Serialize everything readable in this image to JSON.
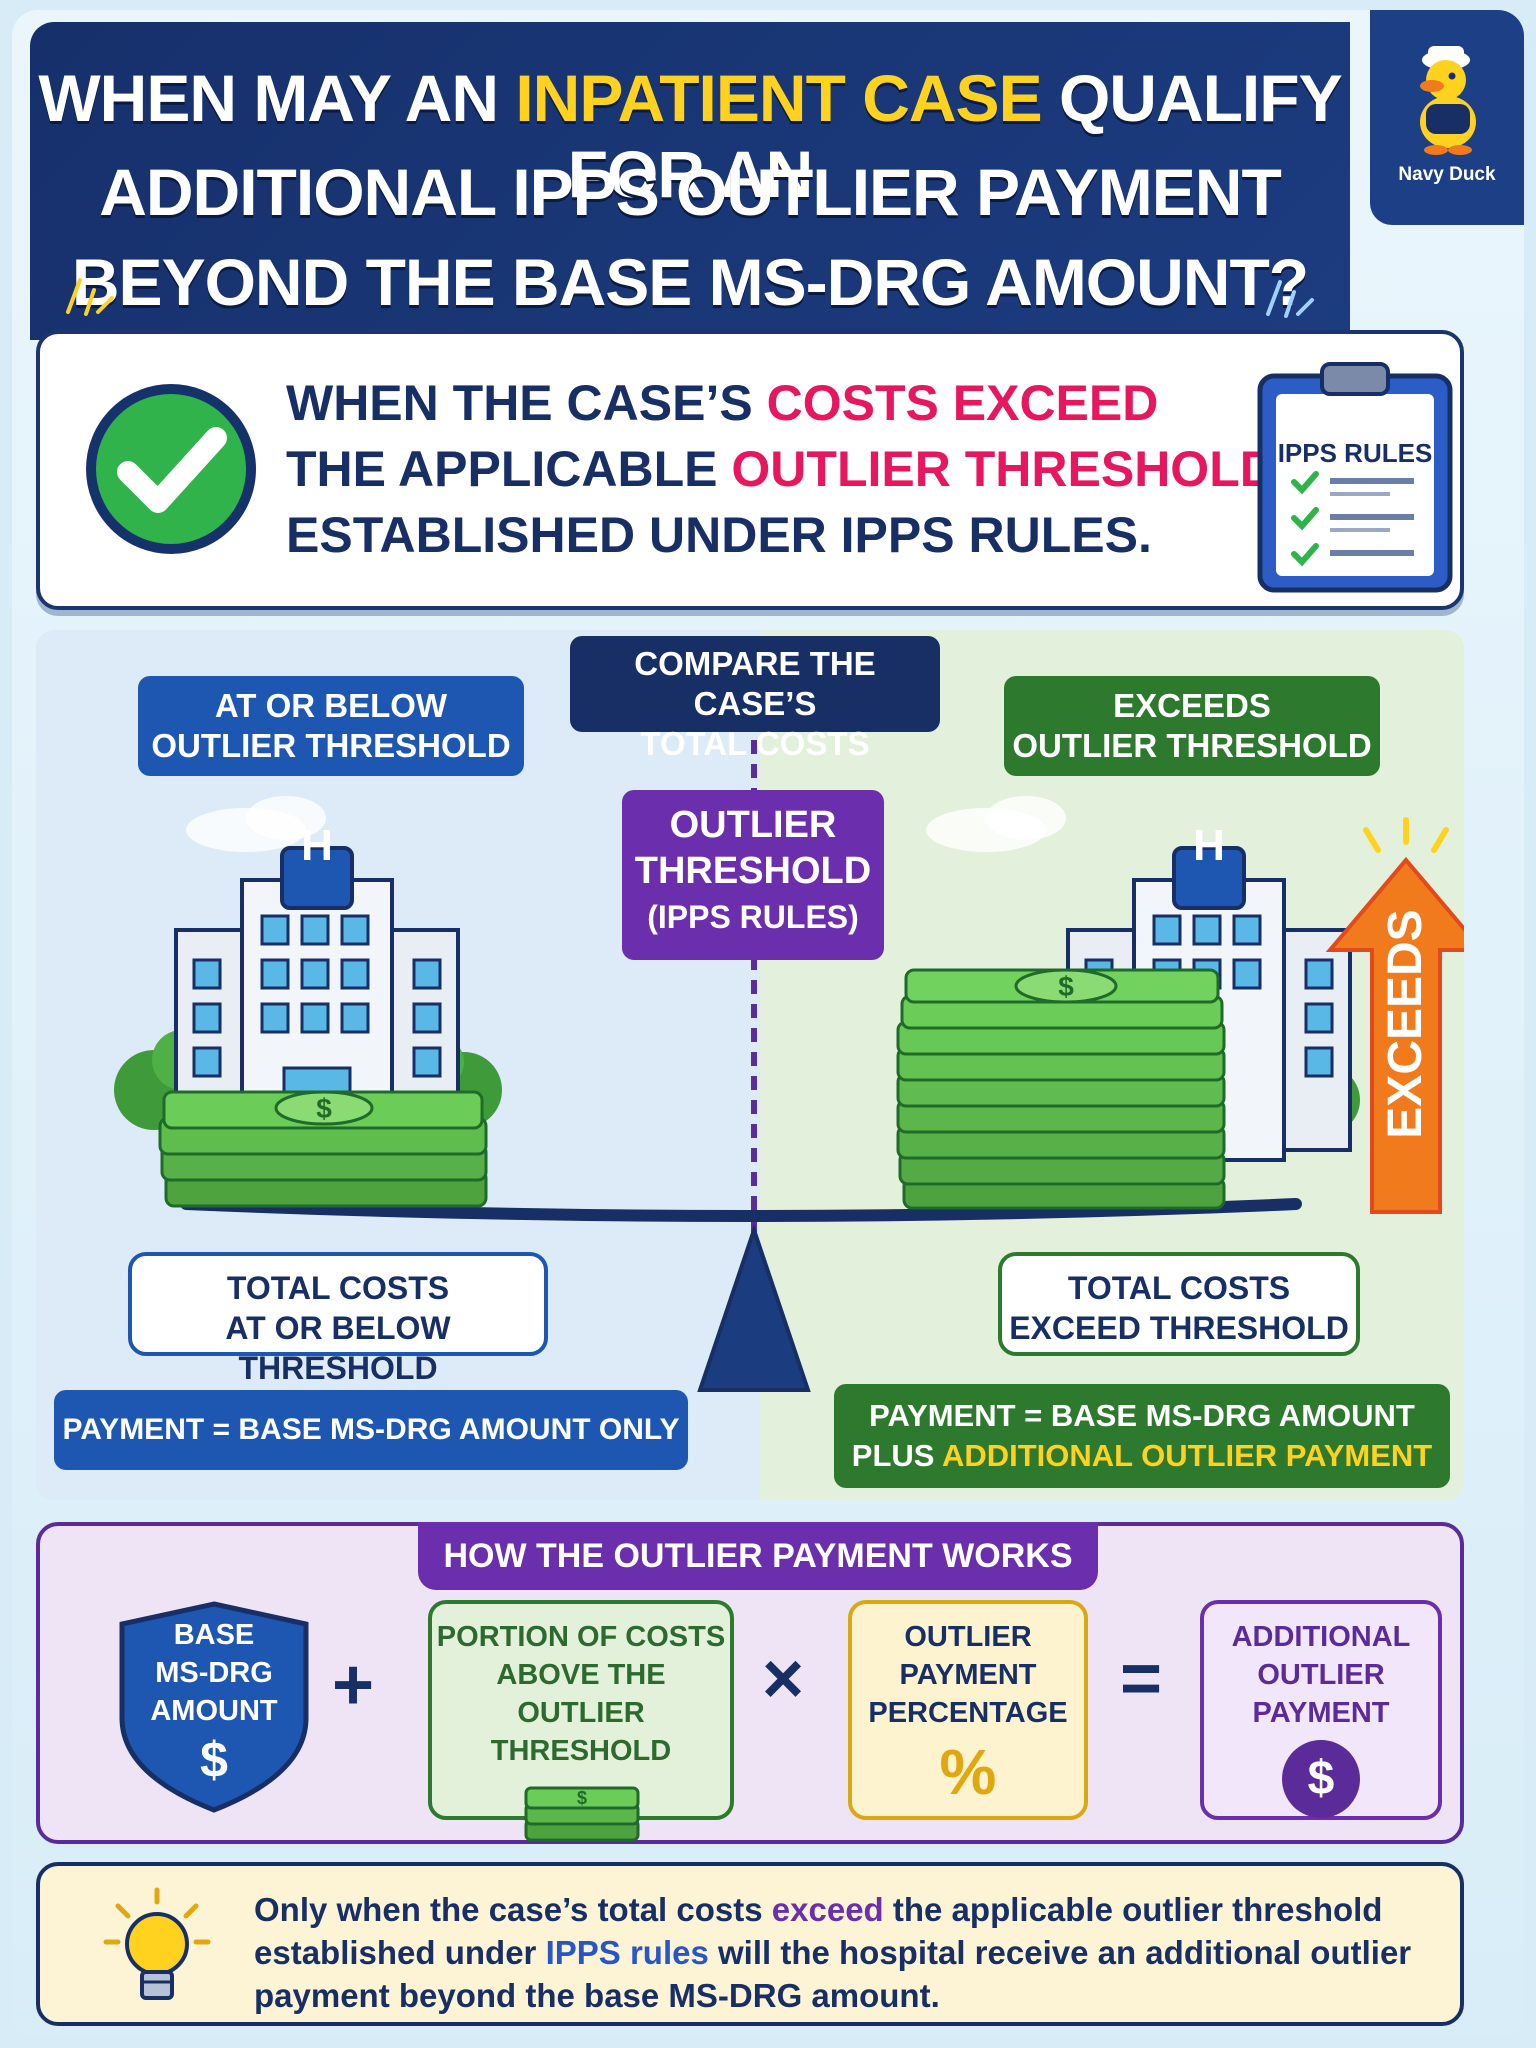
{
  "header": {
    "line1_part1": "WHEN MAY AN",
    "line1_highlight": "INPATIENT CASE",
    "line1_part2": "QUALIFY FOR AN",
    "line2": "ADDITIONAL IPPS OUTLIER PAYMENT",
    "line3": "BEYOND THE BASE MS-DRG AMOUNT?"
  },
  "logo": {
    "name": "Navy Duck",
    "icon": "duck-mascot-icon"
  },
  "answer": {
    "line1_part1": "WHEN THE CASE’S",
    "line1_highlight": "COSTS EXCEED",
    "line2_part1": "THE APPLICABLE",
    "line2_highlight": "OUTLIER THRESHOLD",
    "line3": "ESTABLISHED UNDER IPPS RULES.",
    "clipboard_title": "IPPS RULES",
    "icons": [
      "check-circle-icon",
      "clipboard-icon"
    ]
  },
  "compare": {
    "center_label_line1": "COMPARE THE CASE’S",
    "center_label_line2": "TOTAL COSTS",
    "threshold_line1": "OUTLIER",
    "threshold_line2": "THRESHOLD",
    "threshold_line3": "(IPPS RULES)",
    "left": {
      "header_line1": "AT OR BELOW",
      "header_line2": "OUTLIER THRESHOLD",
      "hospital_sign": "H",
      "cost_line1": "TOTAL COSTS",
      "cost_line2": "AT OR BELOW THRESHOLD",
      "payment": "PAYMENT = BASE MS-DRG AMOUNT ONLY"
    },
    "right": {
      "header_line1": "EXCEEDS",
      "header_line2": "OUTLIER THRESHOLD",
      "hospital_sign": "H",
      "arrow_label": "EXCEEDS",
      "cost_line1": "TOTAL COSTS",
      "cost_line2": "EXCEED THRESHOLD",
      "payment_line1": "PAYMENT = BASE MS-DRG AMOUNT",
      "payment_line2_part1": "PLUS",
      "payment_line2_highlight": "ADDITIONAL OUTLIER PAYMENT"
    }
  },
  "how": {
    "title": "HOW THE OUTLIER PAYMENT WORKS",
    "base": {
      "line1": "BASE",
      "line2": "MS-DRG",
      "line3": "AMOUNT",
      "symbol": "$"
    },
    "plus": "+",
    "portion": {
      "line1": "PORTION OF COSTS",
      "line2": "ABOVE THE",
      "line3": "OUTLIER THRESHOLD"
    },
    "times": "×",
    "percentage": {
      "line1": "OUTLIER",
      "line2": "PAYMENT",
      "line3": "PERCENTAGE",
      "symbol": "%"
    },
    "equals": "=",
    "result": {
      "line1": "ADDITIONAL",
      "line2": "OUTLIER",
      "line3": "PAYMENT",
      "symbol": "$"
    }
  },
  "tip": {
    "t1": "Only when the case’s total costs",
    "t2": "exceed",
    "t3": "the applicable outlier threshold established under",
    "t4": "IPPS rules",
    "t5": "will the hospital receive an additional outlier payment beyond the base MS-DRG amount."
  },
  "colors": {
    "navy": "#182f66",
    "yellow": "#ffd21f",
    "pink": "#e6175f",
    "green": "#2fb34a",
    "purple": "#6b2ead",
    "blue": "#1d57b2",
    "orange": "#f07a1c"
  }
}
